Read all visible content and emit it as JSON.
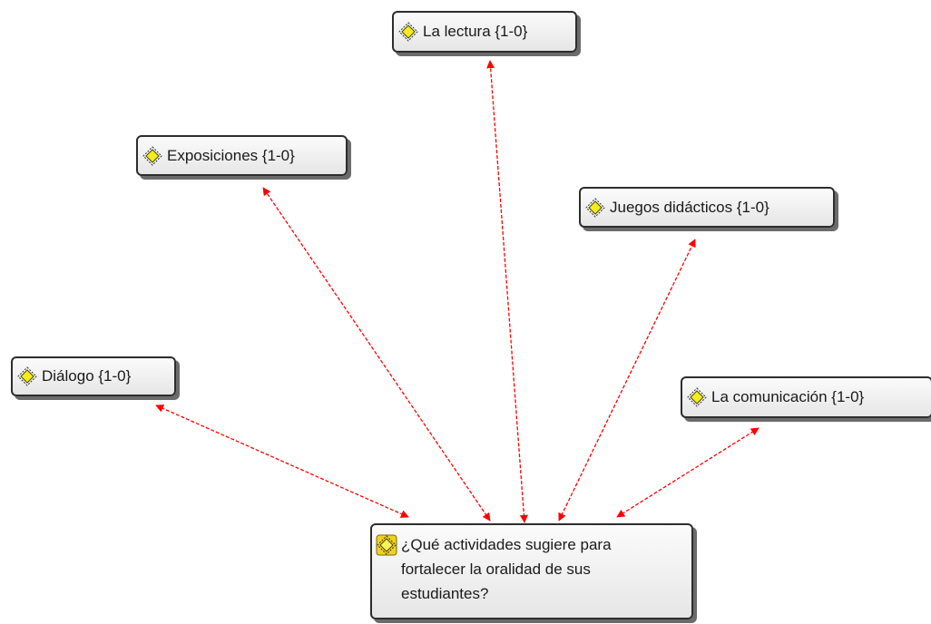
{
  "diagram": {
    "root": {
      "label": "¿Qué actividades sugiere para fortalecer la oralidad de sus estudiantes?",
      "icon": "quotation-diamond-icon"
    },
    "nodes": [
      {
        "id": "lectura",
        "label": "La lectura {1-0}",
        "icon": "quotation-diamond-icon"
      },
      {
        "id": "exposiciones",
        "label": "Exposiciones {1-0}",
        "icon": "quotation-diamond-icon"
      },
      {
        "id": "juegos",
        "label": "Juegos didácticos {1-0}",
        "icon": "quotation-diamond-icon"
      },
      {
        "id": "dialogo",
        "label": "Diálogo {1-0}",
        "icon": "quotation-diamond-icon"
      },
      {
        "id": "comunicacion",
        "label": "La comunicación {1-0}",
        "icon": "quotation-diamond-icon"
      }
    ],
    "edges": [
      {
        "from": "root",
        "to": "lectura",
        "style": "dashed",
        "arrows": "both"
      },
      {
        "from": "root",
        "to": "exposiciones",
        "style": "dashed",
        "arrows": "both"
      },
      {
        "from": "root",
        "to": "juegos",
        "style": "dashed",
        "arrows": "both"
      },
      {
        "from": "root",
        "to": "dialogo",
        "style": "dashed",
        "arrows": "both"
      },
      {
        "from": "root",
        "to": "comunicacion",
        "style": "dashed",
        "arrows": "both"
      }
    ],
    "colors": {
      "edge": "#ff0000",
      "node_border": "#2d2d2d",
      "icon_fill": "#f4ec1c",
      "root_icon_fill": "#f0d21e"
    }
  }
}
